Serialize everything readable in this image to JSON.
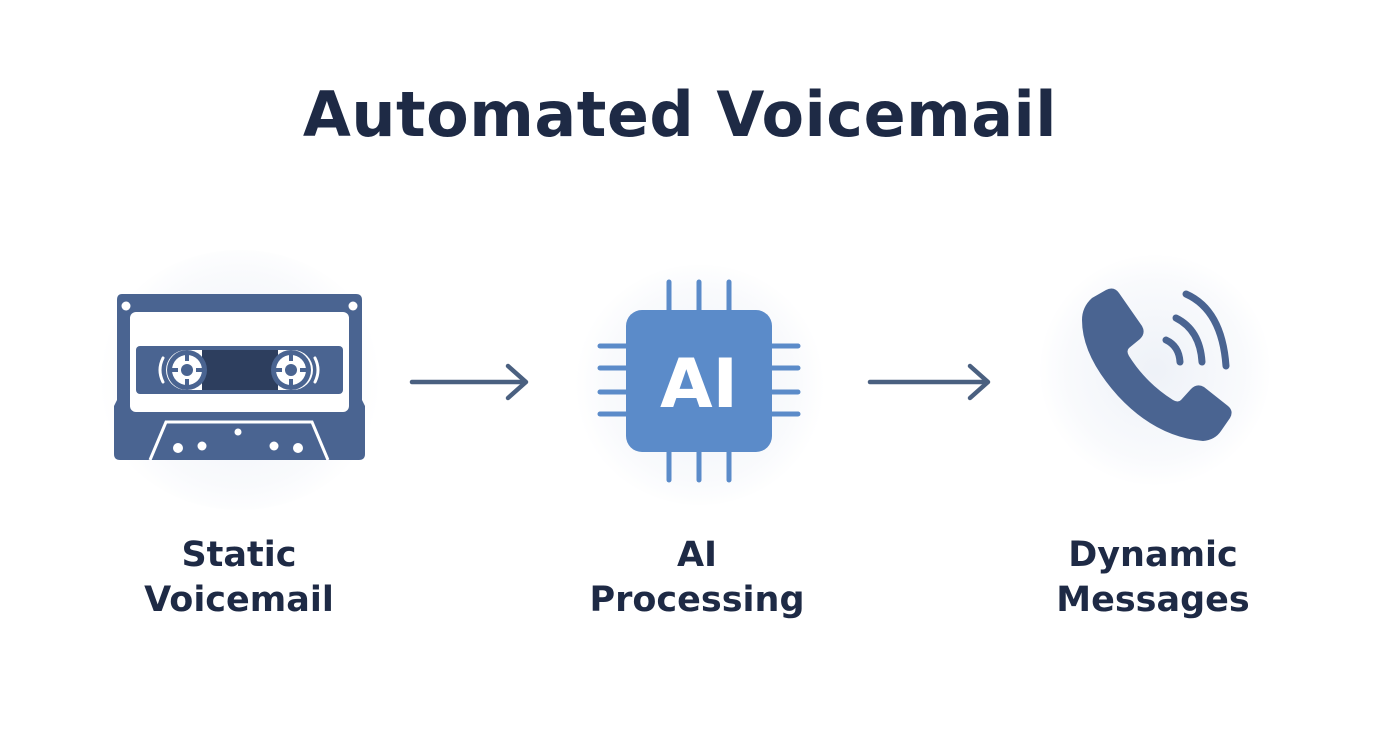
{
  "title": "Automated Voicemail",
  "steps": [
    {
      "icon": "cassette-tape-icon",
      "line1": "Static",
      "line2": "Voicemail"
    },
    {
      "icon": "ai-chip-icon",
      "chip_text": "AI",
      "line1": "AI",
      "line2": "Processing"
    },
    {
      "icon": "phone-ringing-icon",
      "line1": "Dynamic",
      "line2": "Messages"
    }
  ],
  "colors": {
    "title": "#1e2a45",
    "icon_dark": "#4a6491",
    "icon_light": "#5b8bc9",
    "arrow": "#4a6080"
  }
}
